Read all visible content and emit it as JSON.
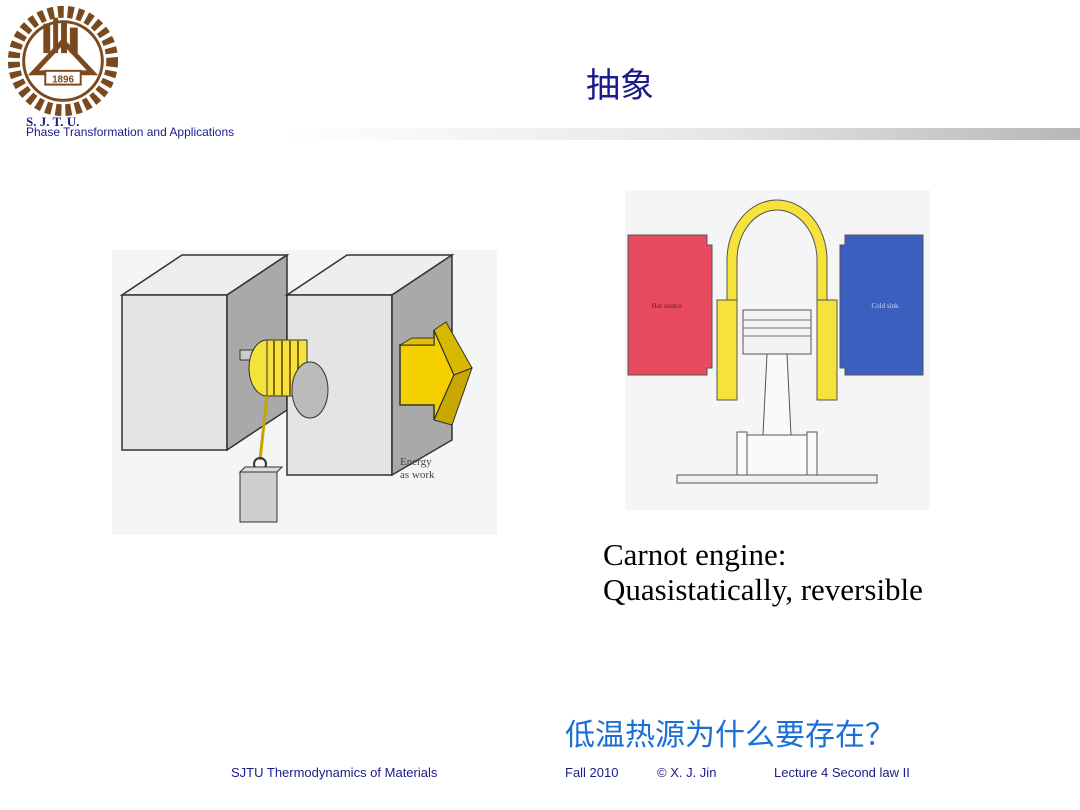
{
  "header": {
    "institution": "S. J. T. U.",
    "course_name": "Phase Transformation and Applications",
    "logo_year": "1896",
    "logo_icon": "university-seal-icon"
  },
  "slide": {
    "title": "抽象",
    "left_figure": {
      "label_line1": "Energy",
      "label_line2": "as work"
    },
    "right_figure": {
      "hot_label": "Hot source",
      "cold_label": "Cold sink"
    },
    "caption_line1": "Carnot engine:",
    "caption_line2": "Quasistatically, reversible",
    "question": "低温热源为什么要存在？"
  },
  "footer": {
    "course": "SJTU Thermodynamics of Materials",
    "term": "Fall 2010",
    "copyright": "© X. J. Jin",
    "lecture": "Lecture 4 Second law II"
  },
  "colors": {
    "title_blue": "#1a1a8c",
    "question_blue": "#1a6fd6",
    "hot_red": "#e84a5f",
    "cold_blue": "#3a5fbf",
    "engine_yellow": "#f5e23a"
  }
}
